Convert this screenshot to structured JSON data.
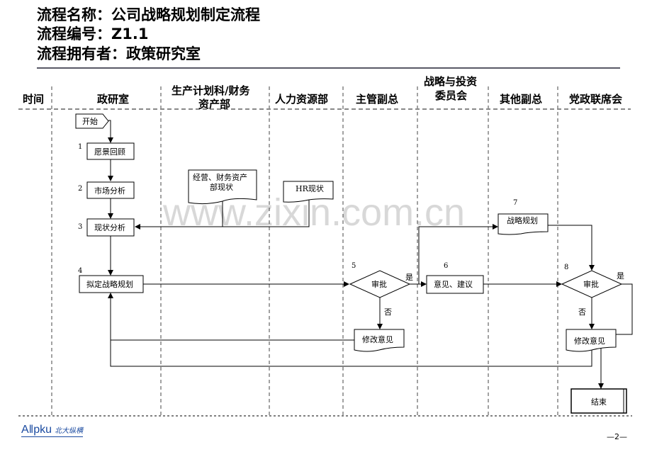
{
  "header": {
    "line1": "流程名称：公司战略规划制定流程",
    "line2": "流程编号：Z1.1",
    "line3": "流程拥有者：政策研究室"
  },
  "lanes": [
    "时间",
    "政研室",
    "生产计划科/财务",
    "资产部",
    "人力资源部",
    "主管副总",
    "战略与投资",
    "委员会",
    "其他副总",
    "党政联席会"
  ],
  "nodes": {
    "start": "开始",
    "n1": {
      "num": "1",
      "label": "愿景回顾"
    },
    "n2": {
      "num": "2",
      "label": "市场分析"
    },
    "n3": {
      "num": "3",
      "label": "现状分析"
    },
    "doc_fin_1": "经营、财务资产",
    "doc_fin_2": "部现状",
    "doc_hr": "HR现状",
    "n4": {
      "num": "4",
      "label": "拟定战略规划"
    },
    "n5": {
      "num": "5",
      "label": "审批"
    },
    "n6": {
      "num": "6",
      "label": "意见、建议"
    },
    "n7": {
      "num": "7",
      "label": "战略规划"
    },
    "n8": {
      "num": "8",
      "label": "审批"
    },
    "revise1": "修改意见",
    "revise2": "修改意见",
    "end": "结束",
    "yes": "是",
    "no": "否"
  },
  "watermark": "www.zixin.com.cn",
  "footer": {
    "logo": "A‖pku",
    "logo_cn": "北大纵横",
    "page": "—2—"
  }
}
